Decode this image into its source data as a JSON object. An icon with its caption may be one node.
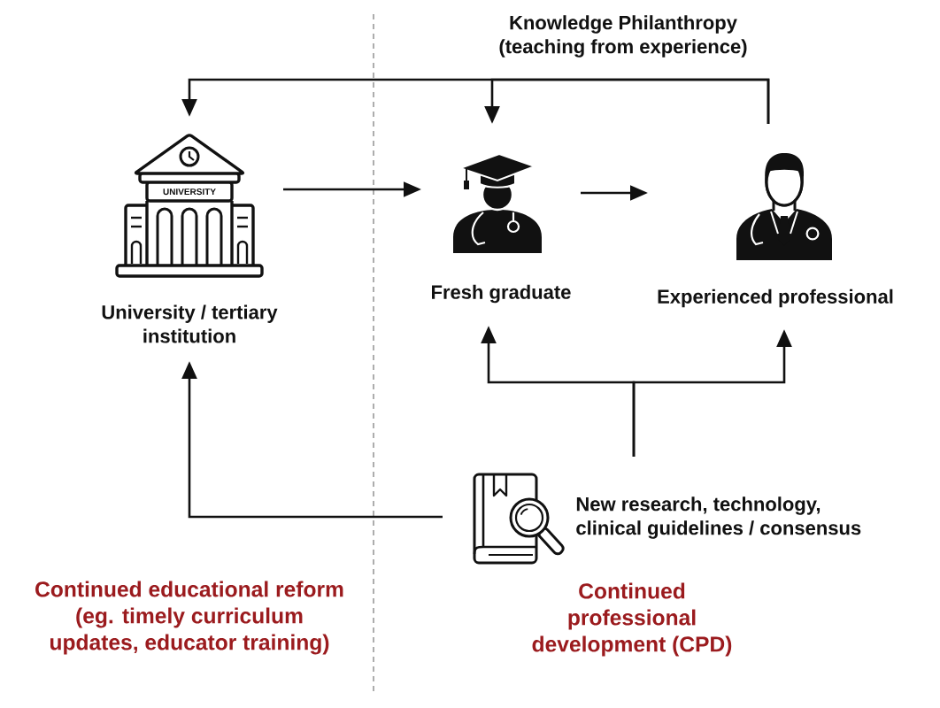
{
  "diagram": {
    "nodes": [
      {
        "text": [
          "UNIVERSITY",
          "University / tertiary institution"
        ]
      },
      {
        "text": [
          "Fresh graduate"
        ]
      },
      {
        "text": [
          "Experienced professional"
        ]
      },
      {
        "text": [
          "New research, technology, clinical guidelines / consensus"
        ]
      }
    ],
    "edges": [
      {
        "from": 0,
        "to": 1,
        "arrow": "to"
      },
      {
        "from": 1,
        "to": 2,
        "arrow": "to"
      },
      {
        "from": 2,
        "to": 0,
        "arrow": "to",
        "label": "Knowledge Philanthropy (teaching from experience)"
      },
      {
        "from": 2,
        "to": 1,
        "arrow": "to"
      },
      {
        "from": 3,
        "to": 1,
        "arrow": "to"
      },
      {
        "from": 3,
        "to": 2,
        "arrow": "to"
      },
      {
        "from": 3,
        "to": 0,
        "arrow": "to"
      }
    ],
    "labels": [
      "Continued educational reform (eg. timely curriculum updates, educator training)",
      "Continued professional development (CPD)"
    ]
  }
}
